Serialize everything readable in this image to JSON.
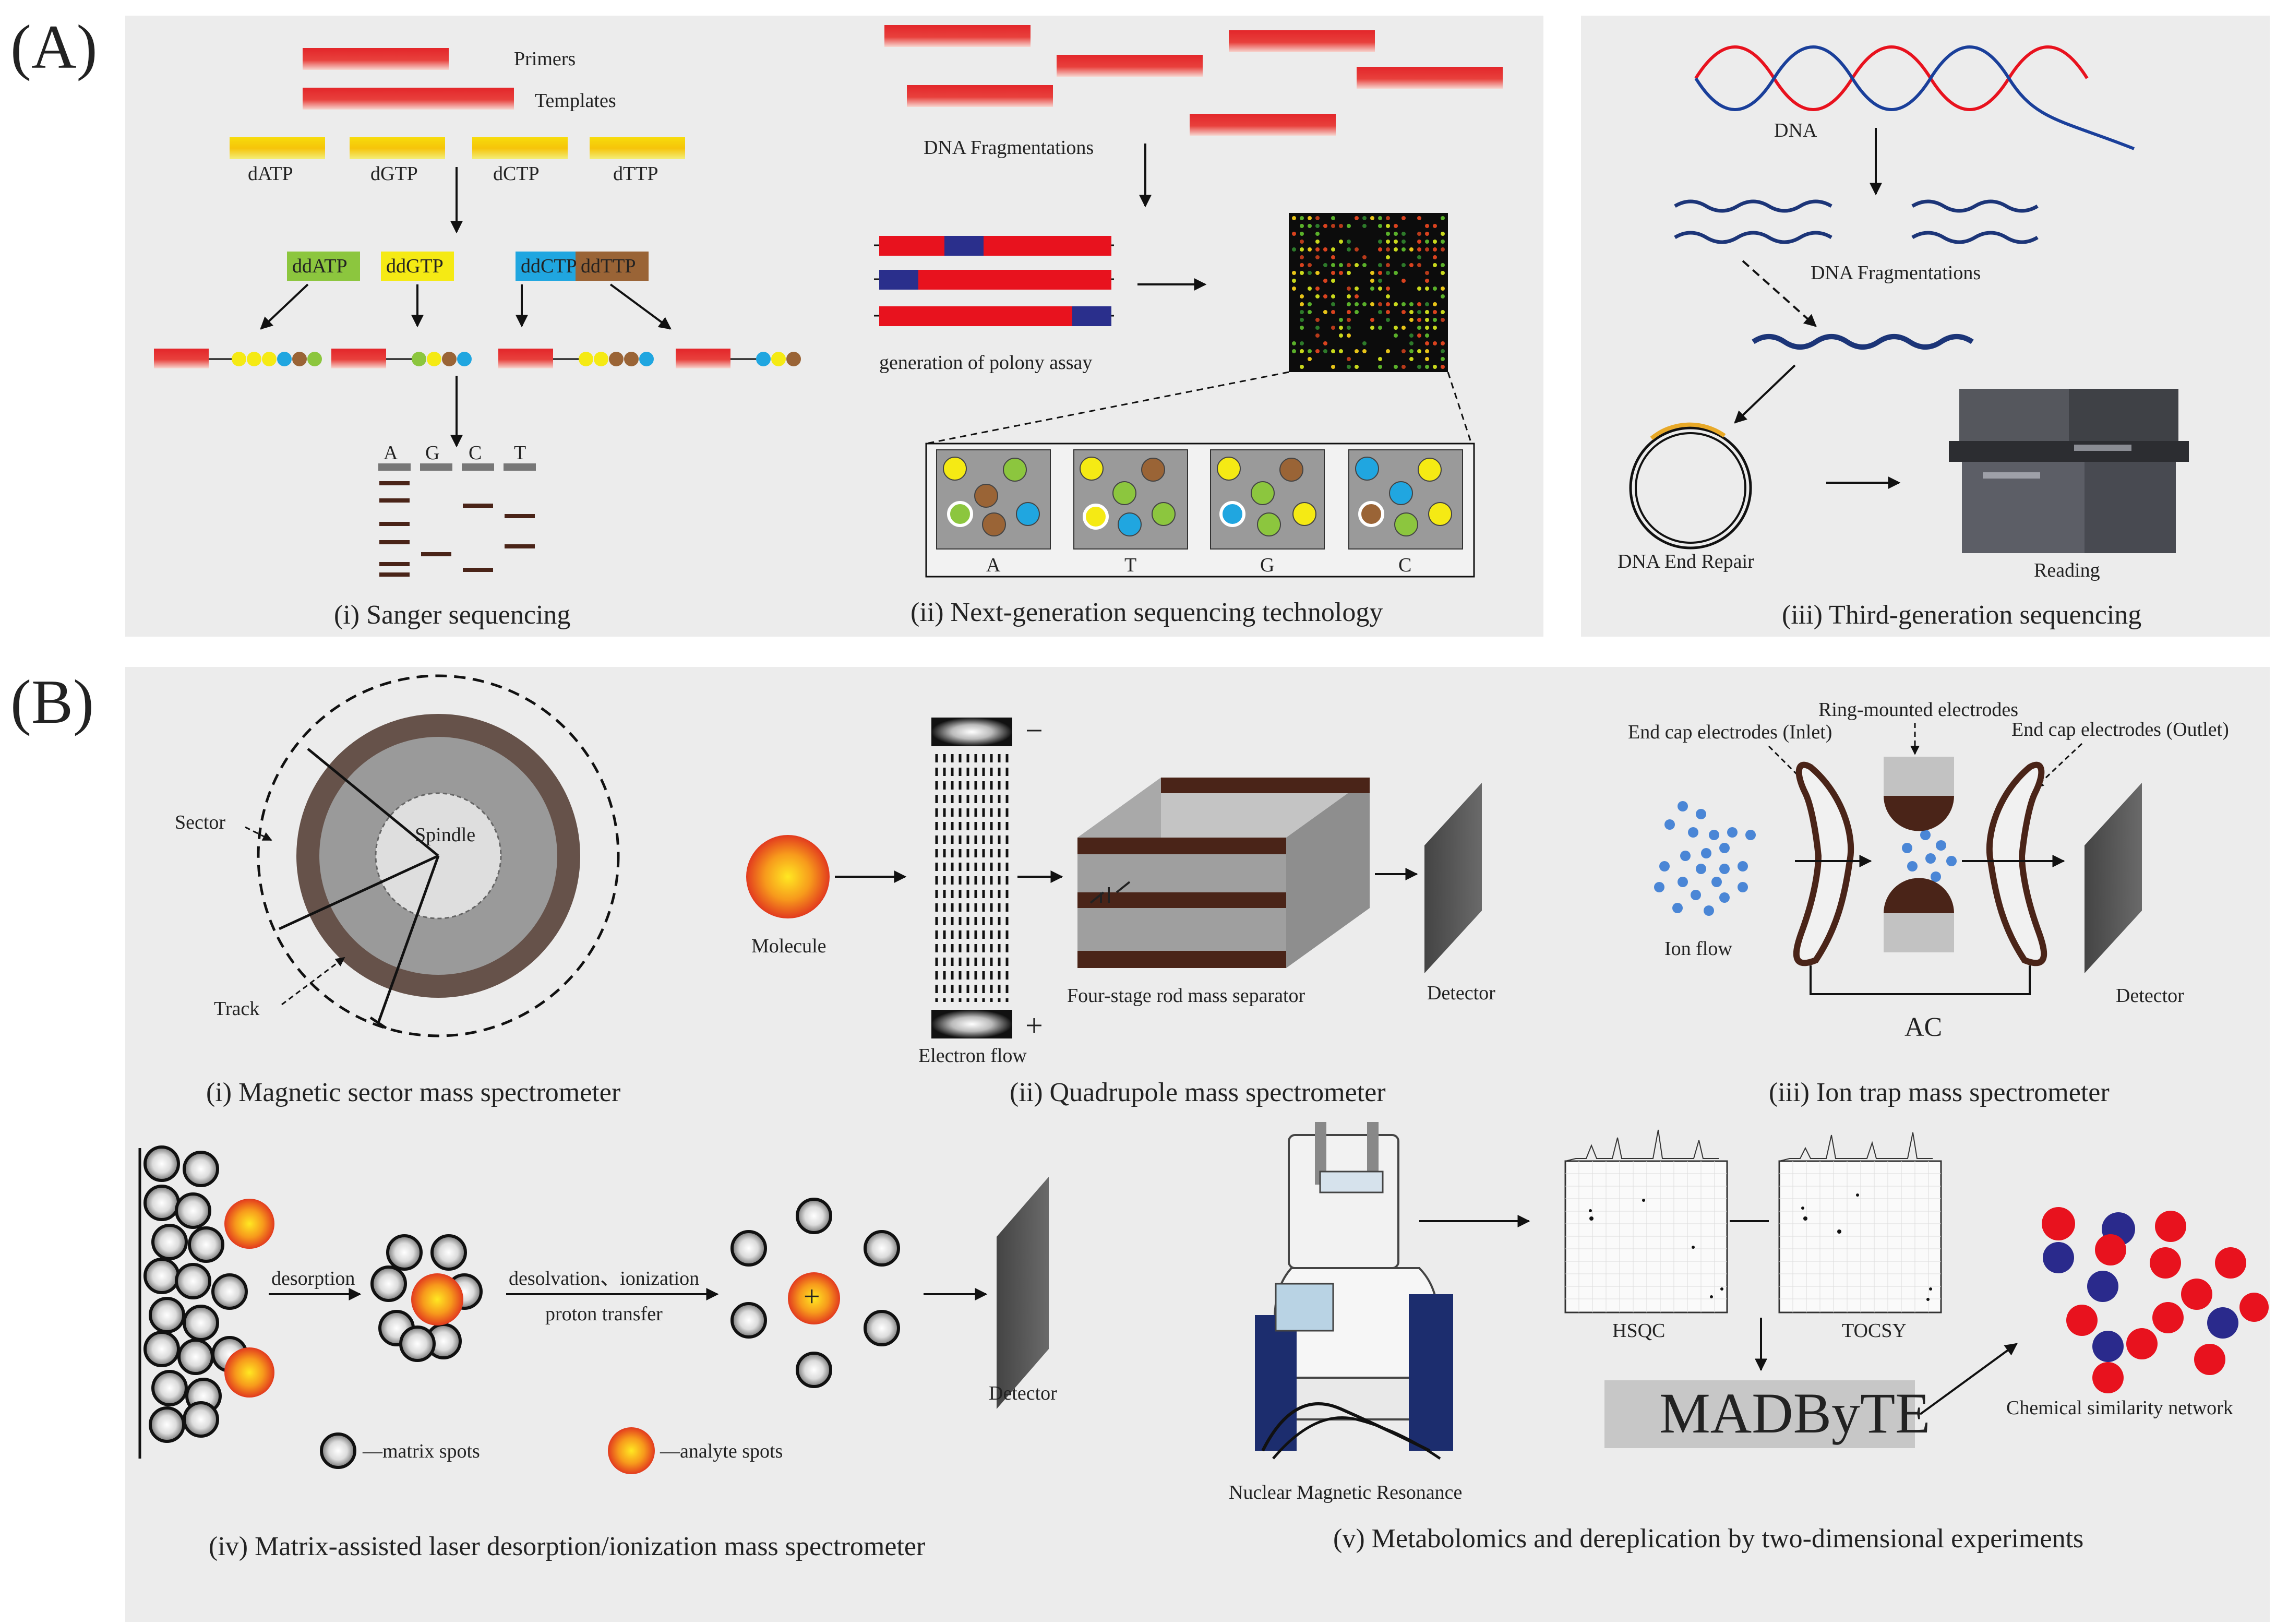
{
  "colors": {
    "panel": "#ececec",
    "primer": "#e3262a",
    "dntp": "#f5d90a",
    "dark_brown": "#4a2418",
    "navy": "#1c2d6e"
  },
  "part_a": {
    "label": "(A)",
    "sanger": {
      "primers": "Primers",
      "templates": "Templates",
      "dntps": [
        "dATP",
        "dGTP",
        "dCTP",
        "dTTP"
      ],
      "ddntps": [
        "ddATP",
        "ddGTP",
        "ddCTP",
        "ddTTP"
      ],
      "lanes": [
        "A",
        "G",
        "C",
        "T"
      ],
      "caption": "(i) Sanger sequencing"
    },
    "ngs": {
      "fragmentations": "DNA Fragmentations",
      "polony": "generation of polony assay",
      "bases": [
        "A",
        "T",
        "G",
        "C"
      ],
      "caption": "(ii) Next-generation sequencing technology"
    },
    "third": {
      "dna": "DNA",
      "fragmentations": "DNA Fragmentations",
      "end_repair": "DNA End Repair",
      "reading": "Reading",
      "caption": "(iii) Third-generation sequencing"
    }
  },
  "part_b": {
    "label": "(B)",
    "magnetic": {
      "sector": "Sector",
      "spindle": "Spindle",
      "track": "Track",
      "caption": "(i) Magnetic sector mass spectrometer"
    },
    "quadrupole": {
      "molecule": "Molecule",
      "electron_flow": "Electron flow",
      "minus": "−",
      "plus": "+",
      "separator": "Four-stage rod mass separator",
      "detector": "Detector",
      "caption": "(ii) Quadrupole mass spectrometer"
    },
    "ion_trap": {
      "ring": "Ring-mounted electrodes",
      "inlet": "End cap electrodes (Inlet)",
      "outlet": "End cap electrodes (Outlet)",
      "ion_flow": "Ion flow",
      "ac": "AC",
      "detector": "Detector",
      "caption": "(iii) Ion trap mass spectrometer"
    },
    "maldi": {
      "desorption": "desorption",
      "desolvation": "desolvation、ionization",
      "proton": "proton transfer",
      "detector": "Detector",
      "matrix": "—matrix spots",
      "analyte": "—analyte spots",
      "plus": "+",
      "caption": "(iv) Matrix-assisted laser desorption/ionization mass spectrometer"
    },
    "nmr": {
      "nmr": "Nuclear Magnetic Resonance",
      "hsqc": "HSQC",
      "tocsy": "TOCSY",
      "madbyte": "MADByTE",
      "network": "Chemical similarity network",
      "caption": "(v) Metabolomics and dereplication by two-dimensional experiments"
    }
  }
}
